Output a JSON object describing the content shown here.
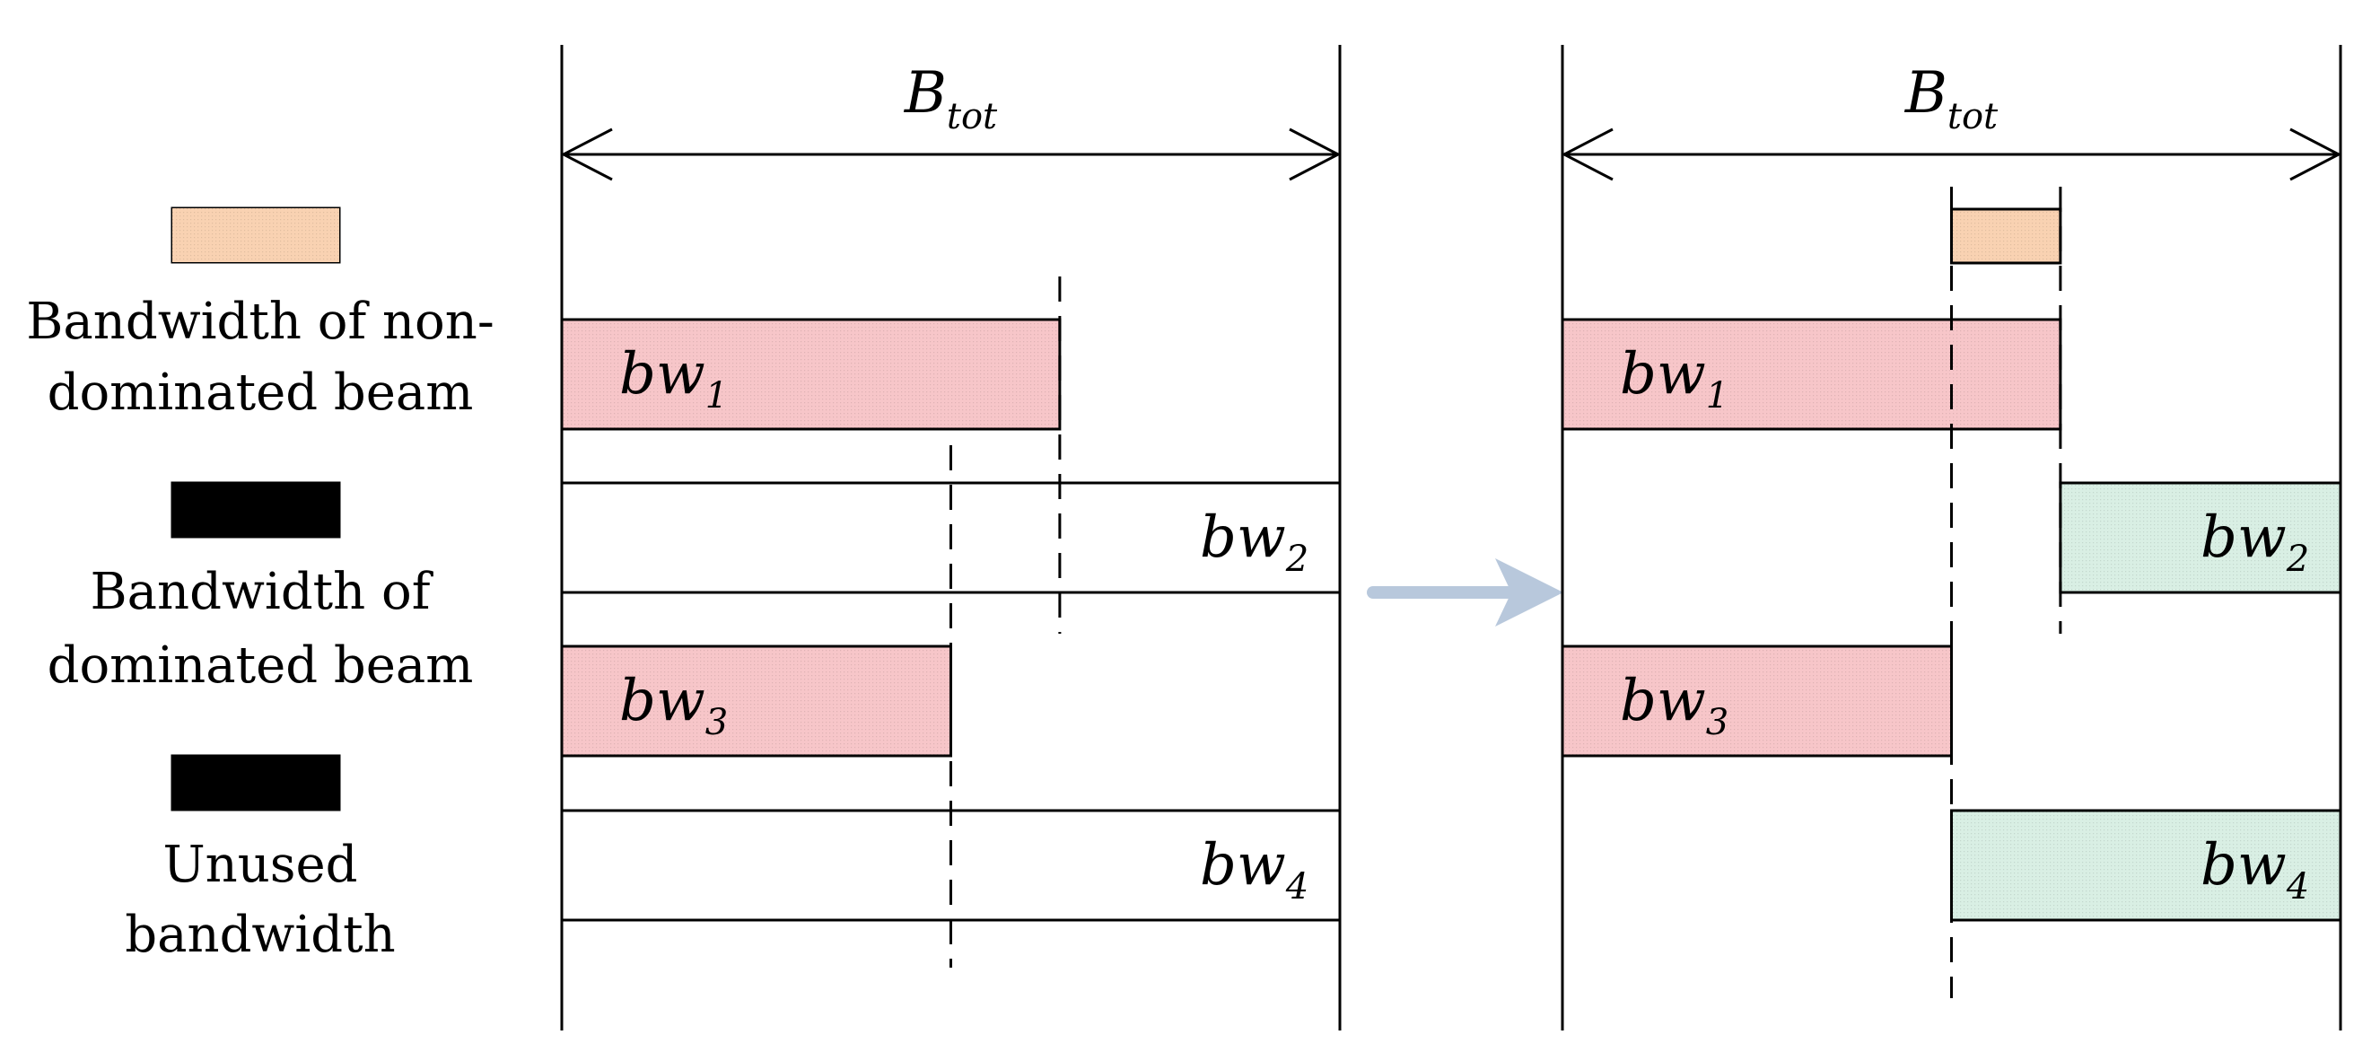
{
  "title": "",
  "colors": {
    "non_dominated": "#f7c6c9",
    "dominated": "#d9efe4",
    "unused": "#f9d2b2",
    "arrow": "#b8c8dc",
    "line": "#000000"
  },
  "legend": [
    {
      "key": "non_dominated",
      "lines": [
        "Bandwidth of non-",
        "dominated beam"
      ]
    },
    {
      "key": "dominated",
      "lines": [
        "Bandwidth of",
        "dominated beam"
      ]
    },
    {
      "key": "unused",
      "lines": [
        "Unused",
        "bandwidth"
      ]
    }
  ],
  "total_label": {
    "base": "B",
    "sub": "tot"
  },
  "panels": [
    {
      "id": "before",
      "beams": [
        {
          "label": "bw",
          "index": "1",
          "fill": "non_dominated",
          "start": 0,
          "end": 0.64
        },
        {
          "label": "bw",
          "index": "2",
          "fill": "none",
          "start": 0,
          "end": 1.0
        },
        {
          "label": "bw",
          "index": "3",
          "fill": "non_dominated",
          "start": 0,
          "end": 0.5
        },
        {
          "label": "bw",
          "index": "4",
          "fill": "none",
          "start": 0,
          "end": 1.0
        }
      ]
    },
    {
      "id": "after",
      "unused": {
        "start": 0.5,
        "end": 0.64
      },
      "beams": [
        {
          "label": "bw",
          "index": "1",
          "fill": "non_dominated",
          "start": 0,
          "end": 0.64
        },
        {
          "label": "bw",
          "index": "2",
          "fill": "dominated",
          "start": 0.64,
          "end": 1.0
        },
        {
          "label": "bw",
          "index": "3",
          "fill": "non_dominated",
          "start": 0,
          "end": 0.5
        },
        {
          "label": "bw",
          "index": "4",
          "fill": "dominated",
          "start": 0.5,
          "end": 1.0
        }
      ]
    }
  ]
}
